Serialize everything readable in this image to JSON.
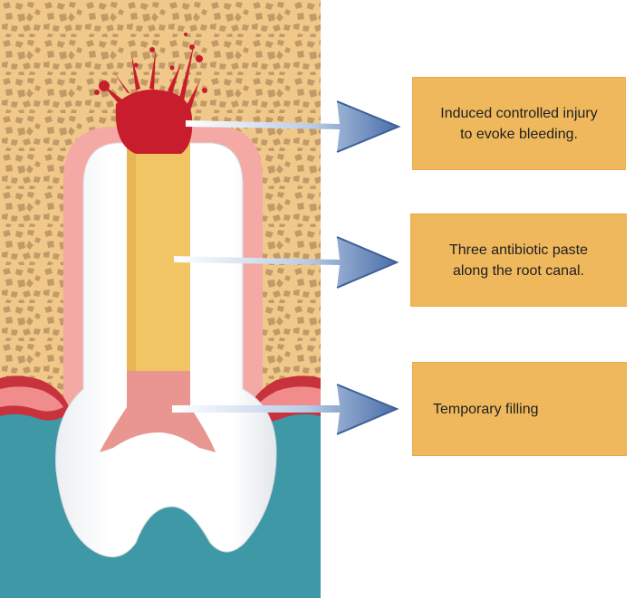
{
  "diagram": {
    "subject": "tooth-revascularization-cross-section",
    "colors": {
      "bone": "#f0c98a",
      "bone_pores": "#c29a68",
      "gum_pink": "#f5a9a4",
      "gum_red": "#c8323d",
      "tissue_teal": "#3f98a6",
      "tooth_white": "#ffffff",
      "canal_paste": "#f1c564",
      "temporary_filling": "#e8968f",
      "blood": "#c81d2c",
      "arrow": "#4a6ea8",
      "label_bg": "#efb85d"
    },
    "labels": [
      {
        "text": "Induced controlled injury\nto evoke bleeding."
      },
      {
        "text": "Three antibiotic paste\nalong the root canal."
      },
      {
        "text": "Temporary filling"
      }
    ]
  }
}
